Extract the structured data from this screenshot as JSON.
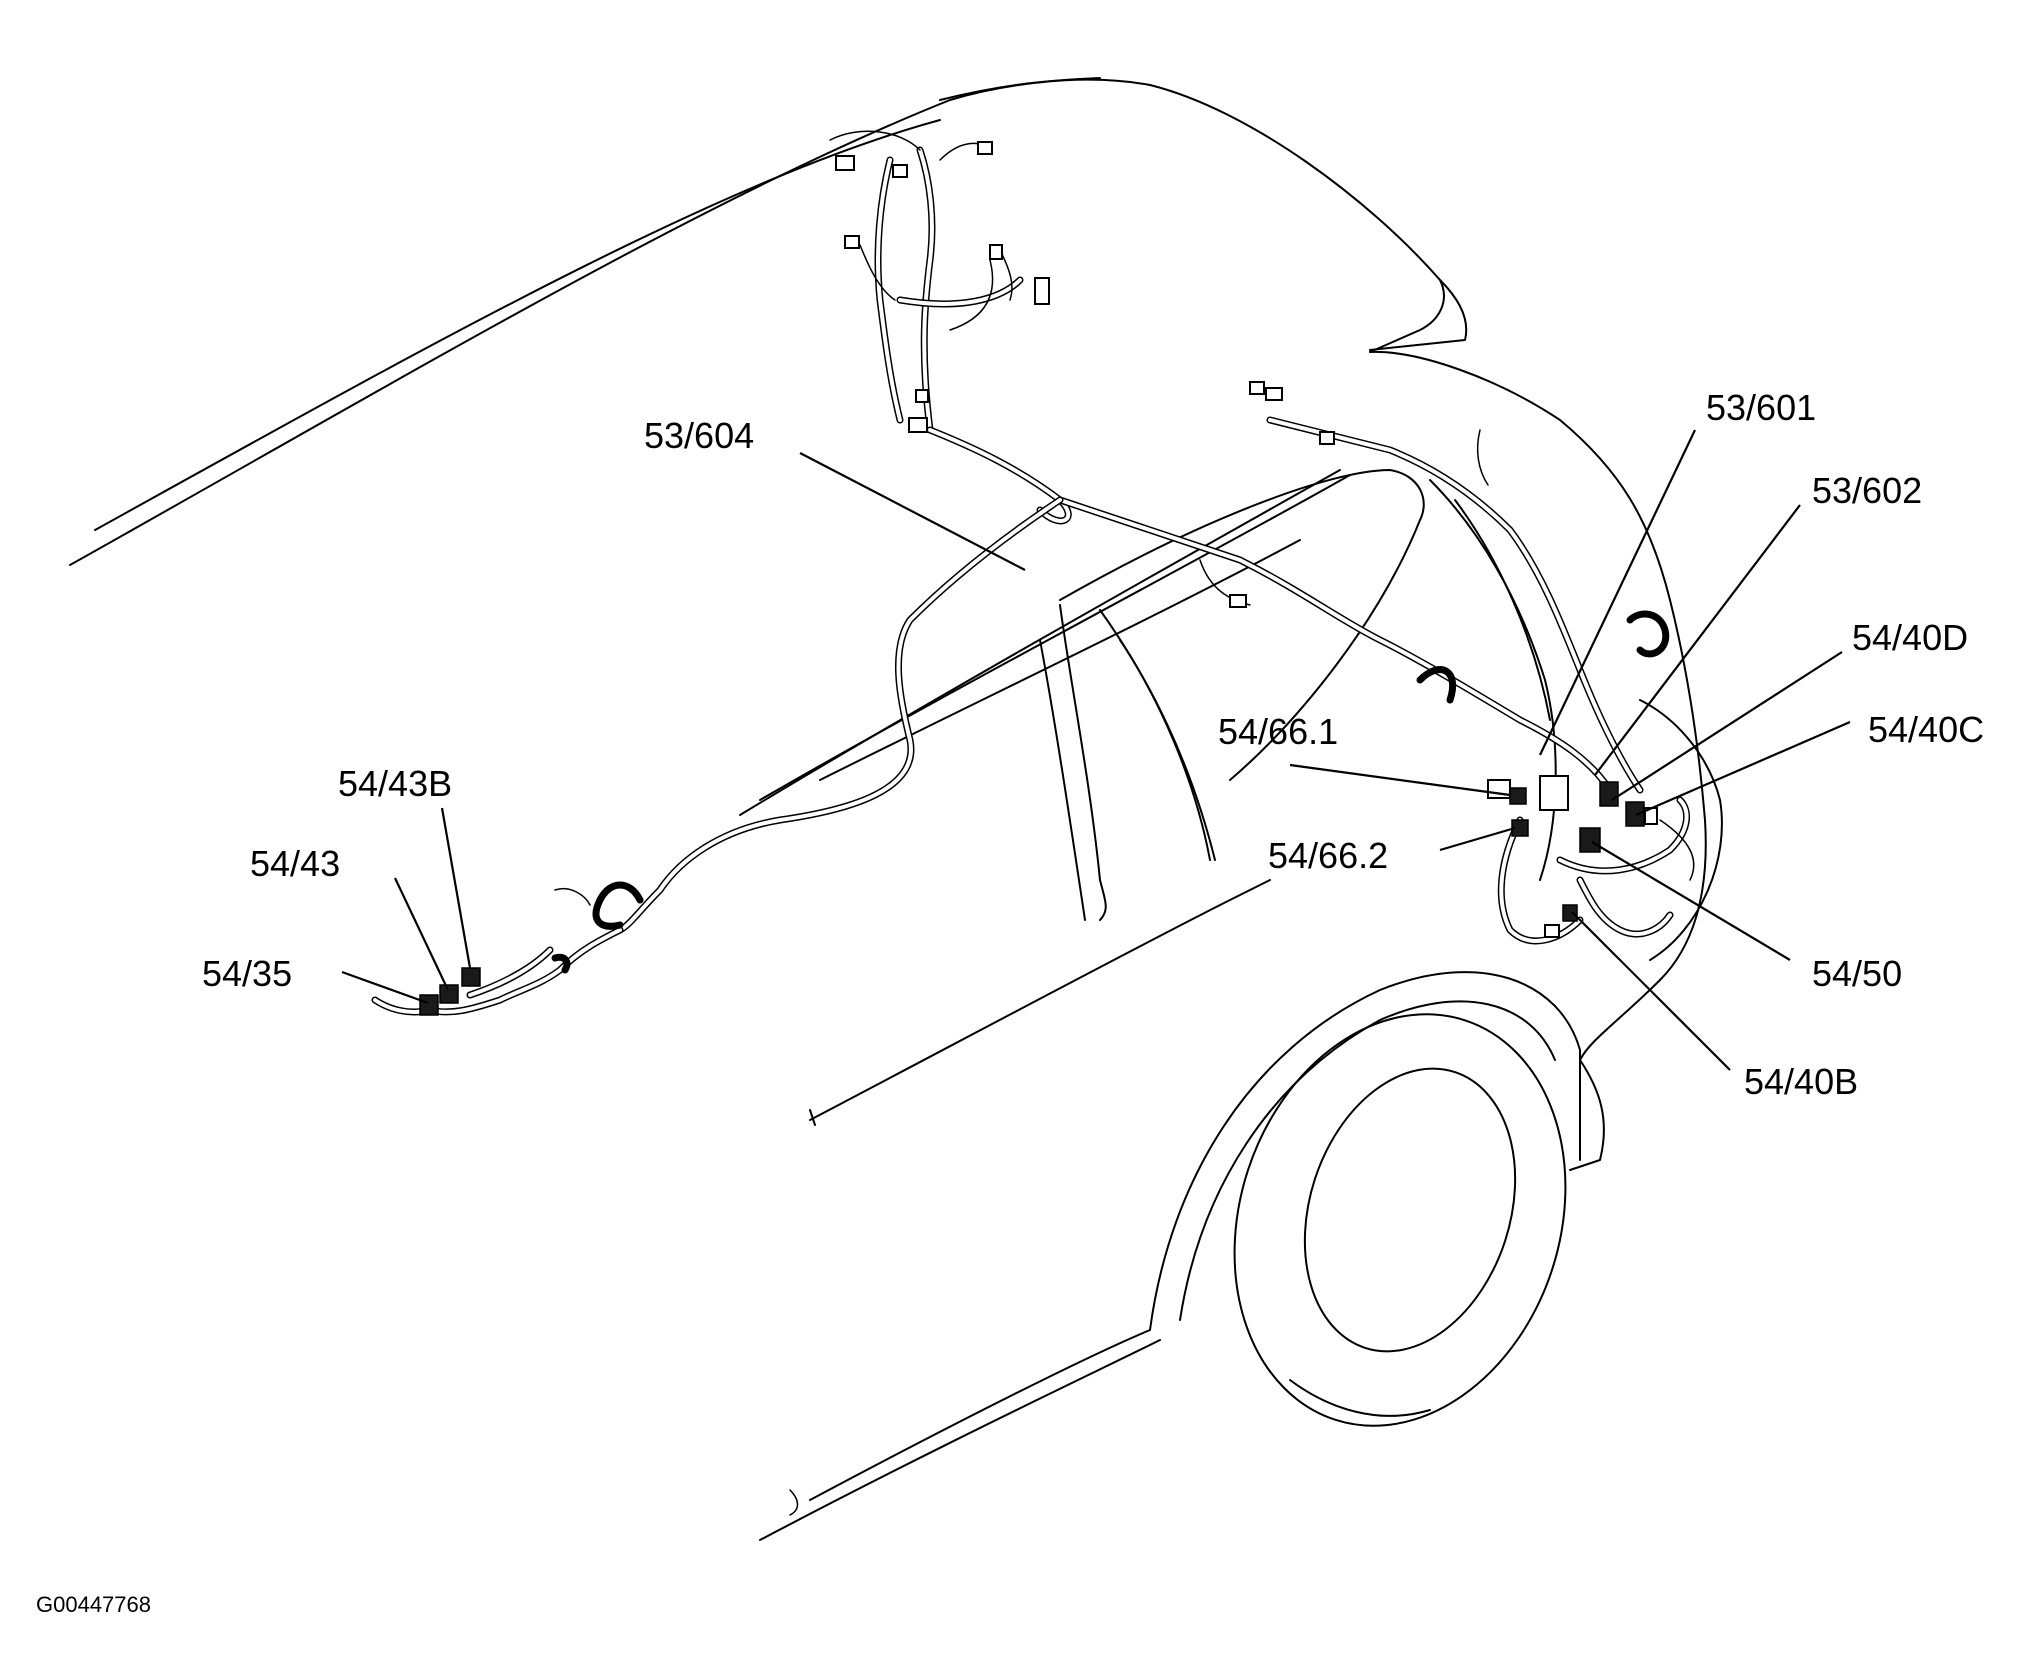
{
  "callouts": [
    {
      "id": "53/604",
      "label": "53/604"
    },
    {
      "id": "53/601",
      "label": "53/601"
    },
    {
      "id": "53/602",
      "label": "53/602"
    },
    {
      "id": "54/40D",
      "label": "54/40D"
    },
    {
      "id": "54/40C",
      "label": "54/40C"
    },
    {
      "id": "54/66.1",
      "label": "54/66.1"
    },
    {
      "id": "54/66.2",
      "label": "54/66.2"
    },
    {
      "id": "54/50",
      "label": "54/50"
    },
    {
      "id": "54/40B",
      "label": "54/40B"
    },
    {
      "id": "54/43B",
      "label": "54/43B"
    },
    {
      "id": "54/43",
      "label": "54/43"
    },
    {
      "id": "54/35",
      "label": "54/35"
    }
  ],
  "document_id": "G00447768"
}
